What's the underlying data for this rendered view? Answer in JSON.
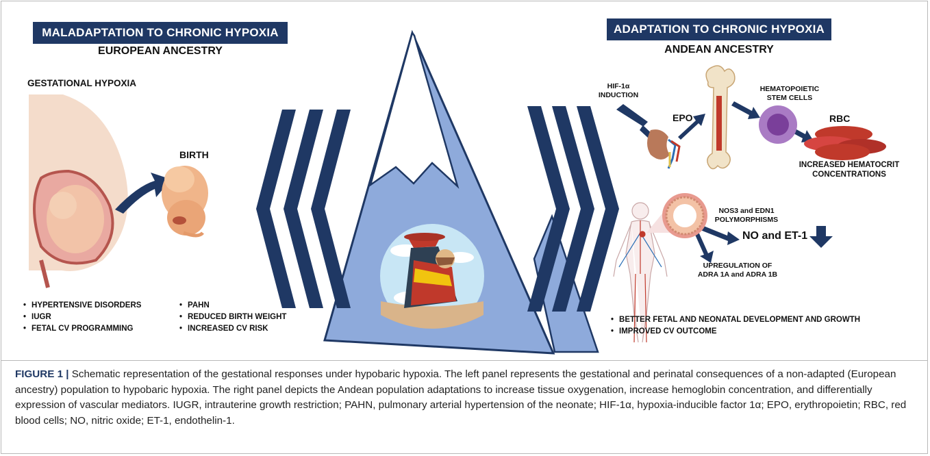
{
  "left_panel": {
    "title": "MALADAPTATION TO CHRONIC HYPOXIA",
    "ancestry": "EUROPEAN ANCESTRY",
    "gestational_label": "GESTATIONAL HYPOXIA",
    "birth_label": "BIRTH",
    "bullets_col1": [
      "HYPERTENSIVE DISORDERS",
      "IUGR",
      "FETAL CV PROGRAMMING"
    ],
    "bullets_col2": [
      "PAHN",
      "REDUCED BIRTH WEIGHT",
      "INCREASED CV RISK"
    ]
  },
  "right_panel": {
    "title": "ADAPTATION TO CHRONIC HYPOXIA",
    "ancestry": "ANDEAN ANCESTRY",
    "hif_label": "HIF-1α INDUCTION",
    "epo_label": "EPO",
    "stem_label": "HEMATOPOIETIC STEM CELLS",
    "rbc_label": "RBC",
    "hematocrit_label": "INCREASED HEMATOCRIT CONCENTRATIONS",
    "nos_label": "NOS3 and EDN1 POLYMORPHISMS",
    "no_label": "NO and ET-1",
    "adra_label": "UPREGULATION OF ADRA 1A and ADRA 1B",
    "bullets": [
      "BETTER FETAL AND NEONATAL DEVELOPMENT AND GROWTH",
      "IMPROVED CV OUTCOME"
    ]
  },
  "caption": {
    "figure_label": "FIGURE 1 |",
    "text": "Schematic representation of the gestational responses under hypobaric hypoxia. The left panel represents the gestational and perinatal consequences of a non-adapted (European ancestry) population to hypobaric hypoxia. The right panel depicts the Andean population adaptations to increase tissue oxygenation, increase hemoglobin concentration, and differentially expression of vascular mediators. IUGR, intrauterine growth restriction; PAHN, pulmonary arterial hypertension of the neonate; HIF-1α, hypoxia-inducible factor 1α; EPO, erythropoietin; RBC, red blood cells; NO, nitric oxide; ET-1, endothelin-1."
  },
  "colors": {
    "navy": "#1f3864",
    "mountain": "#8eaadb",
    "mountain_edge": "#1f3864"
  }
}
